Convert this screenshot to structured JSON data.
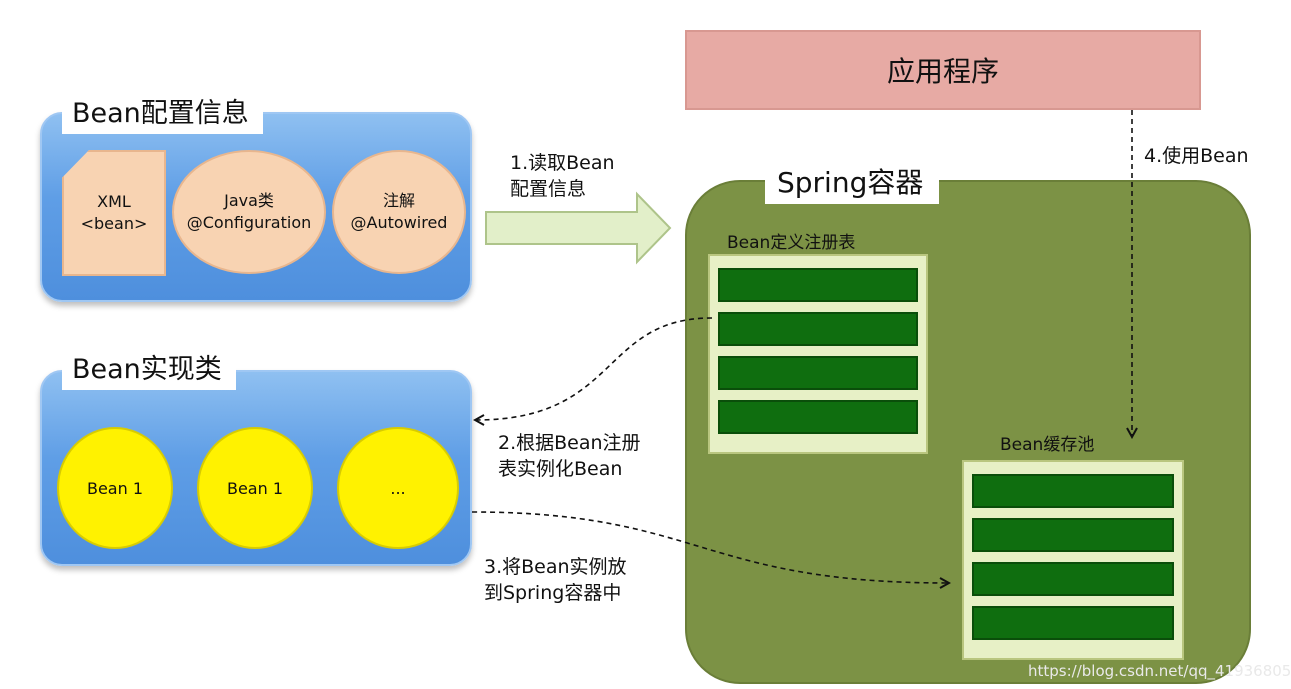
{
  "config_panel": {
    "title": "Bean配置信息",
    "xml": {
      "line1": "XML",
      "line2": "<bean>"
    },
    "java": {
      "line1": "Java类",
      "line2": "@Configuration"
    },
    "annotation": {
      "line1": "注解",
      "line2": "@Autowired"
    }
  },
  "impl_panel": {
    "title": "Bean实现类",
    "beans": [
      "Bean 1",
      "Bean 1",
      "..."
    ]
  },
  "app_box": {
    "label": "应用程序"
  },
  "container": {
    "title": "Spring容器",
    "registry_label": "Bean定义注册表",
    "cache_label": "Bean缓存池",
    "registry_rows": 4,
    "cache_rows": 4
  },
  "steps": {
    "step1": [
      "1.读取Bean",
      "配置信息"
    ],
    "step2": [
      "2.根据Bean注册",
      "表实例化Bean"
    ],
    "step3": [
      "3.将Bean实例放",
      "到Spring容器中"
    ],
    "step4": "4.使用Bean"
  },
  "watermark": "https://blog.csdn.net/qq_41936805",
  "colors": {
    "blue_panel": "#5f9ee6",
    "peach": "#f8d3b2",
    "yellow": "#fff200",
    "app_pink": "#e7aaa4",
    "container_green": "#7c9245",
    "bar_green": "#0f6e0f",
    "arrow_fill": "#e2efc9"
  }
}
